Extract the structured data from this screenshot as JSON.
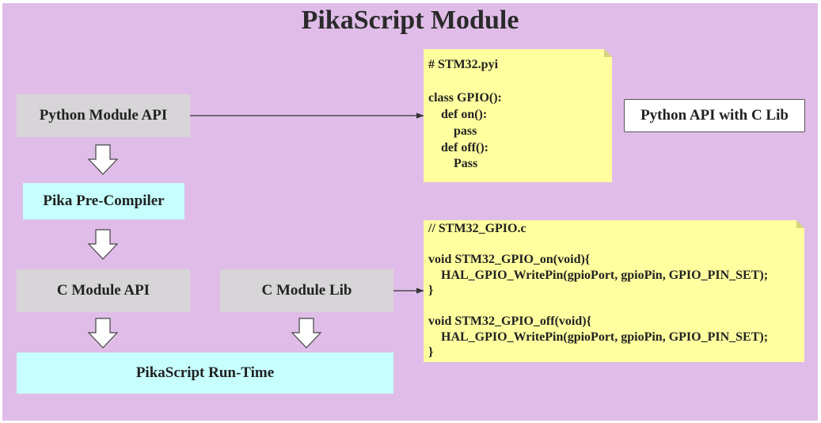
{
  "title": "PikaScript Module",
  "boxes": {
    "python_module_api": "Python Module API",
    "pika_pre_compiler": "Pika Pre-Compiler",
    "c_module_api": "C Module API",
    "c_module_lib": "C Module Lib",
    "runtime": "PikaScript Run-Time",
    "python_api_with_c_lib": "Python API with C Lib"
  },
  "notes": {
    "pyi": "# STM32.pyi\n\nclass GPIO():\n    def on():\n        pass\n    def off():\n        Pass",
    "c_source": "// STM32_GPIO.c\n\nvoid STM32_GPIO_on(void){\n    HAL_GPIO_WritePin(gpioPort, gpioPin, GPIO_PIN_SET);\n}\n\nvoid STM32_GPIO_off(void){\n    HAL_GPIO_WritePin(gpioPort, gpioPin, GPIO_PIN_SET);\n}"
  },
  "colors": {
    "background": "#e0bde8",
    "gray_box": "#d8d5d8",
    "cyan_box": "#c6fffd",
    "note": "#ffff9f"
  }
}
